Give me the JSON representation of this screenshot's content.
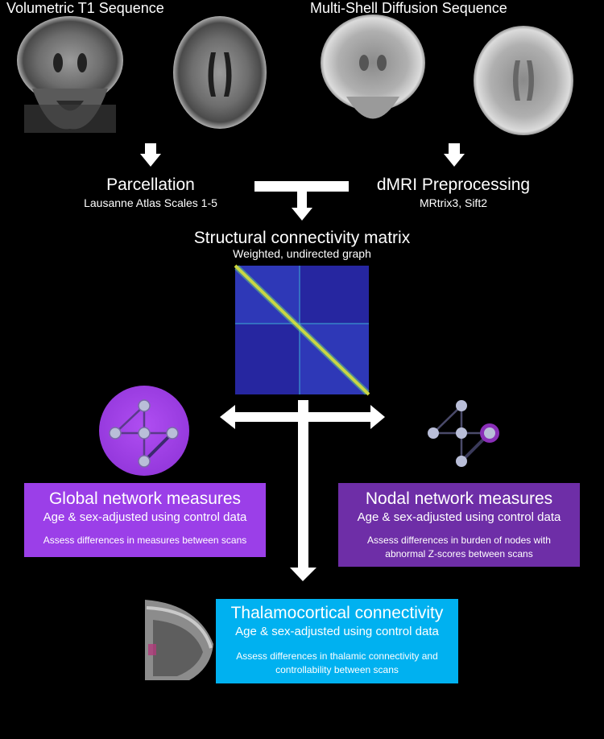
{
  "headers": {
    "t1": "Volumetric T1 Sequence",
    "dwi": "Multi-Shell Diffusion Sequence"
  },
  "parcellation": {
    "title": "Parcellation",
    "subtitle": "Lausanne Atlas Scales 1-5"
  },
  "preprocessing": {
    "title": "dMRI Preprocessing",
    "subtitle": "MRtrix3, Sift2"
  },
  "matrix": {
    "title": "Structural connectivity matrix",
    "subtitle": "Weighted, undirected graph"
  },
  "global": {
    "title": "Global network measures",
    "subtitle": "Age & sex-adjusted using control data",
    "note": "Assess differences in measures between scans"
  },
  "nodal": {
    "title": "Nodal network measures",
    "subtitle": "Age & sex-adjusted using control data",
    "note_line1": "Assess differences in burden of nodes with",
    "note_line2": "abnormal Z-scores between scans"
  },
  "thalamo": {
    "title": "Thalamocortical connectivity",
    "subtitle": "Age & sex-adjusted using control data",
    "note_line1": "Assess differences in thalamic connectivity and",
    "note_line2": "controllability between scans"
  },
  "colors": {
    "global_box": "#9b3fe8",
    "nodal_box": "#6e2ea7",
    "thalamo_box": "#00b1f0",
    "matrix_bg": "#2b2bb0",
    "matrix_hot": "#e6f230"
  }
}
